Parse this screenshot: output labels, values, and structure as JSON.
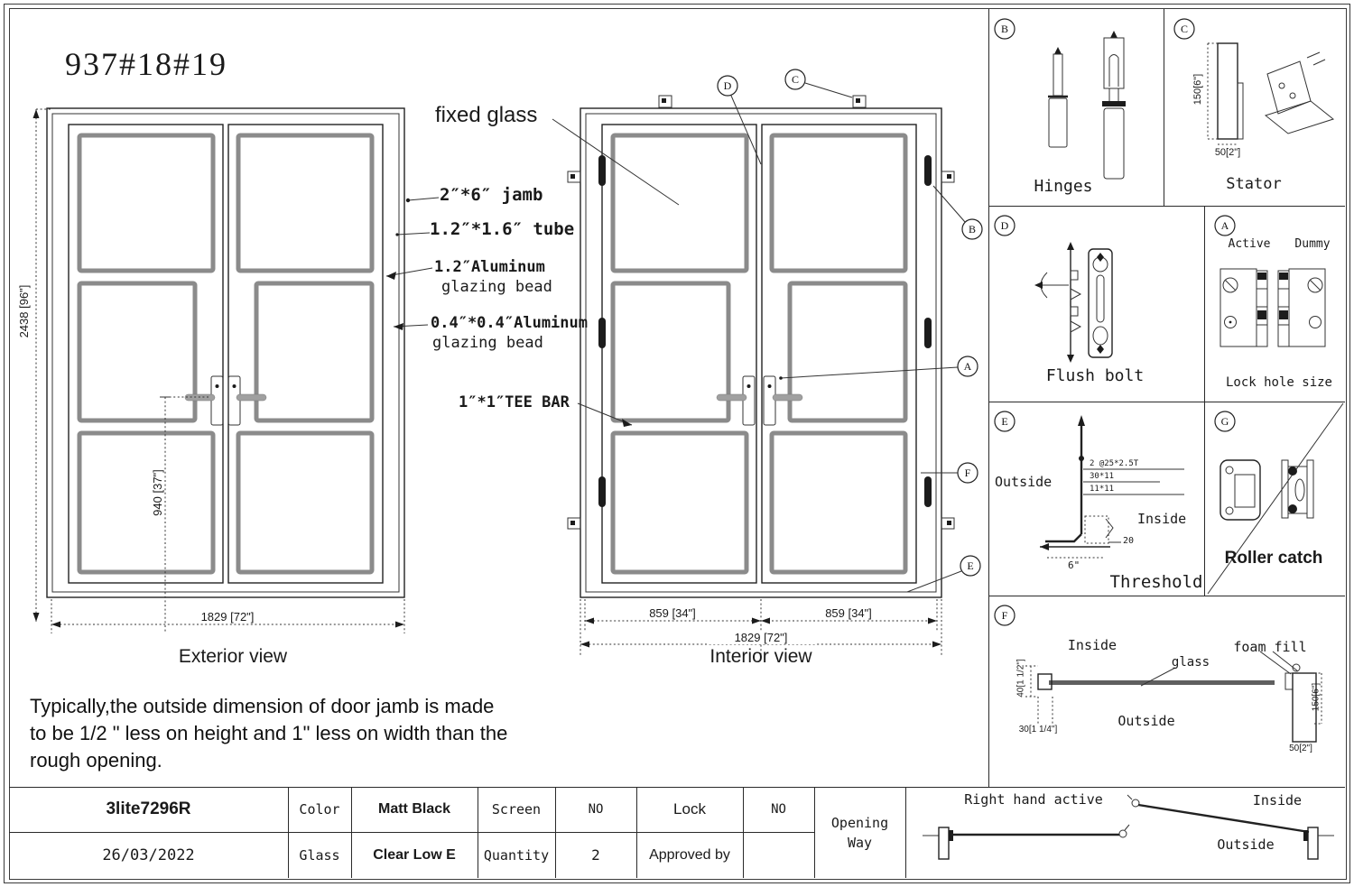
{
  "title": "937#18#19",
  "exterior": {
    "caption": "Exterior view",
    "dim_height": "2438 [96\"]",
    "dim_handle": "940 [37\"]",
    "dim_width": "1829 [72\"]"
  },
  "interior": {
    "caption": "Interior view",
    "dim_left": "859 [34\"]",
    "dim_right": "859 [34\"]",
    "dim_width": "1829 [72\"]"
  },
  "callouts": {
    "fixed_glass": "fixed glass",
    "jamb": "2″*6″ jamb",
    "tube": "1.2″*1.6″ tube",
    "bead12_l1": "1.2″Aluminum",
    "bead12_l2": "glazing bead",
    "bead04_l1": "0.4″*0.4″Aluminum",
    "bead04_l2": "glazing bead",
    "teebar": "1″*1″TEE BAR"
  },
  "markers": {
    "a": "A",
    "b": "B",
    "c": "C",
    "d": "D",
    "e": "E",
    "f": "F",
    "g": "G"
  },
  "panels": {
    "hinges": {
      "letter": "B",
      "label": "Hinges"
    },
    "stator": {
      "letter": "C",
      "label": "Stator",
      "dim_h": "150[6\"]",
      "dim_w": "50[2\"]"
    },
    "flush_bolt": {
      "letter": "D",
      "label": "Flush bolt"
    },
    "lock_hole": {
      "letter": "A",
      "label": "Lock hole size",
      "col1": "Active",
      "col2": "Dummy"
    },
    "threshold": {
      "letter": "E",
      "label": "Threshold",
      "outside": "Outside",
      "inside": "Inside",
      "dim1": "2 @25*2.5T",
      "dim2": "30*11",
      "dim3": "11*11",
      "dim4": "20",
      "dim5": "6\""
    },
    "roller": {
      "letter": "G",
      "label": "Roller catch"
    },
    "section": {
      "letter": "F",
      "inside": "Inside",
      "outside": "Outside",
      "glass": "glass",
      "foam": "foam fill",
      "dim_left_v": "40[1 1/2\"]",
      "dim_left_h": "30[1 1/4\"]",
      "dim_right_v": "150[6\"]",
      "dim_right_h": "50[2\"]"
    }
  },
  "note": {
    "line1": "Typically,the outside dimension of door jamb is made",
    "line2": "to be 1/2 \" less on height and 1\" less on width than the",
    "line3": "rough opening."
  },
  "table": {
    "model": "3lite7296R",
    "date": "26/03/2022",
    "color_label": "Color",
    "color_value": "Matt Black",
    "glass_label": "Glass",
    "glass_value": "Clear Low E",
    "screen_label": "Screen",
    "screen_value": "NO",
    "quantity_label": "Quantity",
    "quantity_value": "2",
    "lock_label": "Lock",
    "lock_value": "NO",
    "approved_label": "Approved by",
    "opening_way": "Opening Way"
  },
  "opening": {
    "right_hand": "Right hand active",
    "inside": "Inside",
    "outside": "Outside"
  }
}
